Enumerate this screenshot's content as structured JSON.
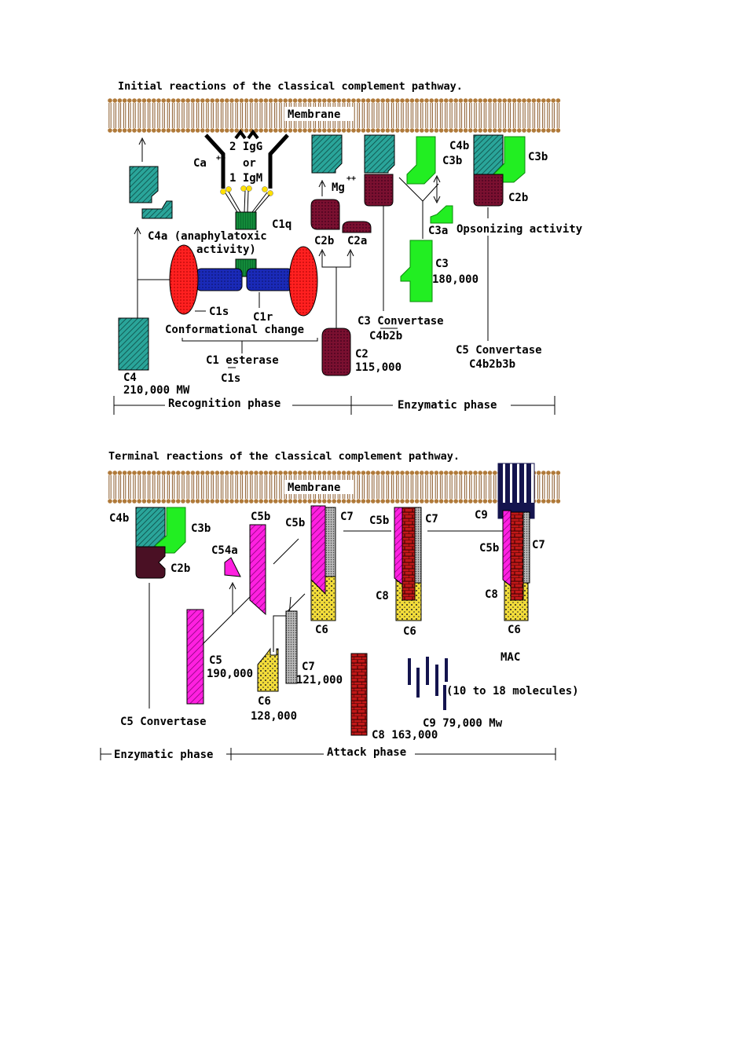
{
  "colors": {
    "membrane_head": "#b07a3a",
    "membrane_tail": "#8a5a2b",
    "teal": "#2aa59a",
    "green": "#22ee22",
    "maroon": "#7a1030",
    "red": "#ff2020",
    "blue": "#1a2ab8",
    "dark_green": "#138a3a",
    "magenta": "#ff20e0",
    "gray": "#909090",
    "yellow": "#f2dc3a",
    "brick": "#c01818",
    "navy": "#14144e"
  },
  "top": {
    "title": "Initial reactions of the classical complement pathway.",
    "membrane": "Membrane",
    "labels": {
      "ca": "Ca",
      "ca_sup": "++",
      "igg": "2 IgG",
      "or": "or",
      "igm": "1 IgM",
      "c1q": "C1q",
      "c4a": "C4a (anaphylatoxic",
      "c4a_2": "activity)",
      "c1s": "C1s",
      "c1r": "C1r",
      "conf": "Conformational change",
      "c1est": "C1 esterase",
      "c1est_sub": "C1s",
      "c4": "C4",
      "c4mw": "210,000 MW",
      "mg": "Mg",
      "mg_sup": "++",
      "c2b": "C2b",
      "c2a": "C2a",
      "c2": "C2",
      "c2mw": "115,000",
      "c3conv": "C3 Convertase",
      "c3conv_sub": "C4b2b",
      "c3b": "C3b",
      "c3a": "C3a",
      "c3": "C3",
      "c3mw": "180,000",
      "c4b": "C4b",
      "c3b2": "C3b",
      "c2b2": "C2b",
      "opson": "Opsonizing activity",
      "c5conv": "C5 Convertase",
      "c5conv_sub": "C4b2b3b"
    },
    "phases": {
      "recognition": "Recognition phase",
      "enzymatic": "Enzymatic phase"
    }
  },
  "bottom": {
    "title": "Terminal reactions of the classical complement pathway.",
    "membrane": "Membrane",
    "labels": {
      "c4b": "C4b",
      "c3b": "C3b",
      "c2b": "C2b",
      "c5conv": "C5 Convertase",
      "c54a": "C54a",
      "c5b_a": "C5b",
      "c5b_b": "C5b",
      "c7_a": "C7",
      "c5": "C5",
      "c5mw": "190,000",
      "c6": "C6",
      "c6mw": "128,000",
      "c7": "C7",
      "c7mw": "121,000",
      "c6_a": "C6",
      "c5b_c": "C5b",
      "c7_b": "C7",
      "c8_a": "C8",
      "c6_b": "C6",
      "c8": "C8 163,000",
      "c9_top": "C9",
      "c5b_d": "C5b",
      "c7_c": "C7",
      "c8_b": "C8",
      "c6_c": "C6",
      "mac": "MAC",
      "molecules": "(10 to 18 molecules)",
      "c9mw": "C9 79,000 Mw"
    },
    "phases": {
      "enzymatic": "Enzymatic phase",
      "attack": "Attack phase"
    }
  }
}
